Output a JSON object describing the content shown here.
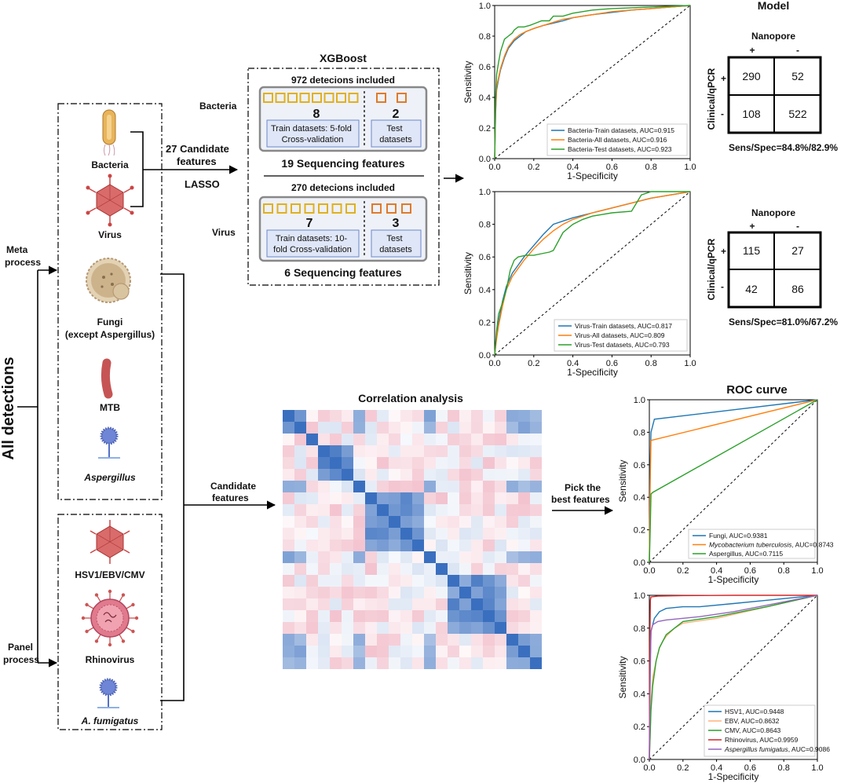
{
  "left_axis_label": "All detections",
  "meta_process_label": [
    "Meta",
    "process"
  ],
  "panel_process_label": [
    "Panel",
    "process"
  ],
  "organisms_meta": [
    {
      "label": "Bacteria",
      "icon": "bacterium-icon"
    },
    {
      "label": "Virus",
      "icon": "virus-icon"
    },
    {
      "label": "Fungi",
      "label2": "(except Aspergillus)",
      "icon": "fungus-icon"
    },
    {
      "label": "MTB",
      "icon": "mtb-icon"
    },
    {
      "label": "Aspergillus",
      "icon": "aspergillus-icon"
    }
  ],
  "organisms_panel": [
    {
      "label": "HSV1/EBV/CMV",
      "icon": "virus-icon"
    },
    {
      "label": "Rhinovirus",
      "icon": "rhinovirus-icon"
    },
    {
      "label": "A. fumigatus",
      "icon": "aspergillus-icon"
    }
  ],
  "arrow_labels": {
    "candidate_27": [
      "27 Candidate",
      "features"
    ],
    "lasso": "LASSO",
    "candidate": [
      "Candidate",
      "features"
    ],
    "pick": [
      "Pick the",
      "best features"
    ]
  },
  "xgboost": {
    "title": "XGBoost",
    "bacteria_label": "Bacteria",
    "virus_label": "Virus",
    "bacteria": {
      "included": "972 detecions included",
      "train_count": "8",
      "test_count": "2",
      "train_label": [
        "Train datasets: 5-fold",
        "Cross-validation"
      ],
      "test_label": [
        "Test",
        "datasets"
      ],
      "features": "19 Sequencing features"
    },
    "virus": {
      "included": "270 detecions included",
      "train_count": "7",
      "test_count": "3",
      "train_label": [
        "Train datasets: 10-",
        "fold Cross-validation"
      ],
      "test_label": [
        "Test",
        "datasets"
      ],
      "features": "6 Sequencing features"
    }
  },
  "correlation": {
    "title": "Correlation analysis",
    "colors": {
      "positive": "#3a6fbf",
      "negative": "#e26d8a"
    }
  },
  "model": {
    "title": "Model",
    "tables": [
      {
        "col_header": "Nanopore",
        "row_header": "Clinical/qPCR",
        "plus": "+",
        "minus": "-",
        "cells": [
          "290",
          "52",
          "108",
          "522"
        ],
        "sens_spec": "Sens/Spec=84.8%/82.9%"
      },
      {
        "col_header": "Nanopore",
        "row_header": "Clinical/qPCR",
        "plus": "+",
        "minus": "-",
        "cells": [
          "115",
          "27",
          "42",
          "86"
        ],
        "sens_spec": "Sens/Spec=81.0%/67.2%"
      }
    ]
  },
  "roc_title": "ROC curve",
  "chart_data": [
    {
      "type": "line",
      "xlabel": "1-Specificity",
      "ylabel": "Sensitivity",
      "xlim": [
        0,
        1
      ],
      "ylim": [
        0,
        1
      ],
      "ticks": [
        "0.0",
        "0.2",
        "0.4",
        "0.6",
        "0.8",
        "1.0"
      ],
      "series": [
        {
          "name": "Bacteria-Train datasets, AUC=0.915",
          "color": "#1f77b4",
          "x": [
            0,
            0.005,
            0.01,
            0.02,
            0.03,
            0.05,
            0.07,
            0.1,
            0.13,
            0.16,
            0.2,
            0.25,
            0.3,
            0.35,
            0.4,
            0.45,
            0.5,
            0.6,
            0.7,
            0.8,
            0.9,
            1.0
          ],
          "y": [
            0,
            0.3,
            0.45,
            0.52,
            0.58,
            0.66,
            0.72,
            0.77,
            0.8,
            0.83,
            0.85,
            0.87,
            0.885,
            0.9,
            0.92,
            0.93,
            0.94,
            0.955,
            0.97,
            0.98,
            0.99,
            1.0
          ]
        },
        {
          "name": "Bacteria-All datasets, AUC=0.916",
          "color": "#ff7f0e",
          "x": [
            0,
            0.005,
            0.01,
            0.02,
            0.03,
            0.05,
            0.07,
            0.1,
            0.13,
            0.16,
            0.2,
            0.25,
            0.3,
            0.35,
            0.4,
            0.45,
            0.5,
            0.6,
            0.7,
            0.8,
            0.9,
            1.0
          ],
          "y": [
            0,
            0.32,
            0.47,
            0.53,
            0.59,
            0.67,
            0.73,
            0.78,
            0.81,
            0.83,
            0.85,
            0.87,
            0.89,
            0.91,
            0.92,
            0.93,
            0.94,
            0.96,
            0.97,
            0.98,
            0.99,
            1.0
          ]
        },
        {
          "name": "Bacteria-Test datasets, AUC=0.923",
          "color": "#2ca02c",
          "x": [
            0,
            0.005,
            0.01,
            0.02,
            0.03,
            0.04,
            0.05,
            0.07,
            0.09,
            0.1,
            0.12,
            0.15,
            0.18,
            0.2,
            0.24,
            0.28,
            0.3,
            0.35,
            0.4,
            0.5,
            0.6,
            0.8,
            1.0
          ],
          "y": [
            0,
            0.4,
            0.55,
            0.63,
            0.7,
            0.74,
            0.78,
            0.8,
            0.82,
            0.84,
            0.86,
            0.86,
            0.87,
            0.88,
            0.9,
            0.9,
            0.93,
            0.93,
            0.95,
            0.97,
            0.98,
            0.99,
            1.0
          ]
        }
      ]
    },
    {
      "type": "line",
      "xlabel": "1-Specificity",
      "ylabel": "Sensitivity",
      "xlim": [
        0,
        1
      ],
      "ylim": [
        0,
        1
      ],
      "ticks": [
        "0.0",
        "0.2",
        "0.4",
        "0.6",
        "0.8",
        "1.0"
      ],
      "series": [
        {
          "name": "Virus-Train datasets, AUC=0.817",
          "color": "#1f77b4",
          "x": [
            0,
            0.01,
            0.02,
            0.04,
            0.06,
            0.09,
            0.12,
            0.15,
            0.2,
            0.25,
            0.3,
            0.35,
            0.4,
            0.5,
            0.6,
            0.7,
            0.8,
            0.9,
            1.0
          ],
          "y": [
            0,
            0.12,
            0.2,
            0.33,
            0.42,
            0.5,
            0.55,
            0.6,
            0.67,
            0.74,
            0.8,
            0.82,
            0.84,
            0.87,
            0.9,
            0.93,
            0.96,
            0.98,
            1.0
          ]
        },
        {
          "name": "Virus-All datasets, AUC=0.809",
          "color": "#ff7f0e",
          "x": [
            0,
            0.01,
            0.02,
            0.04,
            0.06,
            0.09,
            0.12,
            0.15,
            0.2,
            0.25,
            0.3,
            0.35,
            0.4,
            0.5,
            0.6,
            0.7,
            0.8,
            0.9,
            1.0
          ],
          "y": [
            0,
            0.1,
            0.18,
            0.3,
            0.4,
            0.48,
            0.53,
            0.58,
            0.65,
            0.71,
            0.76,
            0.8,
            0.83,
            0.87,
            0.9,
            0.93,
            0.96,
            0.98,
            1.0
          ]
        },
        {
          "name": "Virus-Test datasets, AUC=0.793",
          "color": "#2ca02c",
          "x": [
            0,
            0.01,
            0.02,
            0.04,
            0.06,
            0.08,
            0.1,
            0.12,
            0.16,
            0.2,
            0.24,
            0.28,
            0.3,
            0.35,
            0.4,
            0.45,
            0.5,
            0.6,
            0.7,
            0.75,
            0.8,
            1.0
          ],
          "y": [
            0,
            0.15,
            0.25,
            0.32,
            0.4,
            0.52,
            0.58,
            0.6,
            0.61,
            0.61,
            0.62,
            0.63,
            0.64,
            0.75,
            0.8,
            0.83,
            0.85,
            0.87,
            0.88,
            0.98,
            1.0,
            1.0
          ]
        }
      ]
    },
    {
      "type": "line",
      "xlabel": "1-Specificity",
      "ylabel": "Sensitivity",
      "xlim": [
        0,
        1
      ],
      "ylim": [
        0,
        1
      ],
      "ticks": [
        "0.0",
        "0.2",
        "0.4",
        "0.6",
        "0.8",
        "1.0"
      ],
      "series": [
        {
          "name": "Fungi, AUC=0.9381",
          "color": "#1f77b4",
          "x": [
            0,
            0.005,
            0.01,
            0.03,
            1.0
          ],
          "y": [
            0,
            0.6,
            0.8,
            0.88,
            1.0
          ]
        },
        {
          "name": "Mycobacterium tuberculosis, AUC=0.8743",
          "italic": "Mycobacterium tuberculosis",
          "color": "#ff7f0e",
          "x": [
            0,
            0.005,
            0.01,
            1.0
          ],
          "y": [
            0,
            0.5,
            0.75,
            1.0
          ]
        },
        {
          "name": "Aspergillus, AUC=0.7115",
          "color": "#2ca02c",
          "x": [
            0,
            0.005,
            0.01,
            0.02,
            1.0
          ],
          "y": [
            0,
            0.2,
            0.42,
            0.43,
            1.0
          ]
        }
      ]
    },
    {
      "type": "line",
      "xlabel": "1-Specificity",
      "ylabel": "Sensitivity",
      "xlim": [
        0,
        1
      ],
      "ylim": [
        0,
        1
      ],
      "ticks": [
        "0.0",
        "0.2",
        "0.4",
        "0.6",
        "0.8",
        "1.0"
      ],
      "series": [
        {
          "name": "HSV1, AUC=0.9448",
          "color": "#1f77b4",
          "x": [
            0,
            0.005,
            0.01,
            0.03,
            0.06,
            0.1,
            0.2,
            0.3,
            0.5,
            0.7,
            1.0
          ],
          "y": [
            0,
            0.6,
            0.78,
            0.86,
            0.9,
            0.92,
            0.93,
            0.93,
            0.95,
            0.97,
            1.0
          ]
        },
        {
          "name": "EBV, AUC=0.8632",
          "color": "#ffb27a",
          "x": [
            0,
            0.005,
            0.01,
            0.02,
            0.04,
            0.06,
            0.08,
            0.1,
            0.15,
            0.2,
            0.4,
            0.7,
            1.0
          ],
          "y": [
            0,
            0.15,
            0.35,
            0.5,
            0.6,
            0.68,
            0.72,
            0.75,
            0.8,
            0.83,
            0.86,
            0.93,
            1.0
          ]
        },
        {
          "name": "CMV, AUC=0.8643",
          "color": "#2ca02c",
          "x": [
            0,
            0.01,
            0.02,
            0.04,
            0.06,
            0.08,
            0.1,
            0.15,
            0.2,
            0.4,
            0.7,
            1.0
          ],
          "y": [
            0,
            0.3,
            0.45,
            0.6,
            0.68,
            0.72,
            0.76,
            0.8,
            0.84,
            0.87,
            0.93,
            1.0
          ]
        },
        {
          "name": "Rhinovirus, AUC=0.9959",
          "color": "#d62728",
          "x": [
            0,
            0.003,
            0.006,
            0.01,
            0.05,
            0.2,
            0.5,
            1.0
          ],
          "y": [
            0,
            0.7,
            0.97,
            0.99,
            0.995,
            0.998,
            1.0,
            1.0
          ]
        },
        {
          "name": "Aspergillus fumigatus, AUC=0.9086",
          "italic": "Aspergillus fumigatus",
          "color": "#9467bd",
          "x": [
            0,
            0.005,
            0.01,
            0.02,
            0.05,
            0.1,
            0.2,
            0.3,
            0.5,
            1.0
          ],
          "y": [
            0,
            0.5,
            0.78,
            0.82,
            0.84,
            0.85,
            0.86,
            0.87,
            0.9,
            1.0
          ]
        }
      ]
    }
  ]
}
